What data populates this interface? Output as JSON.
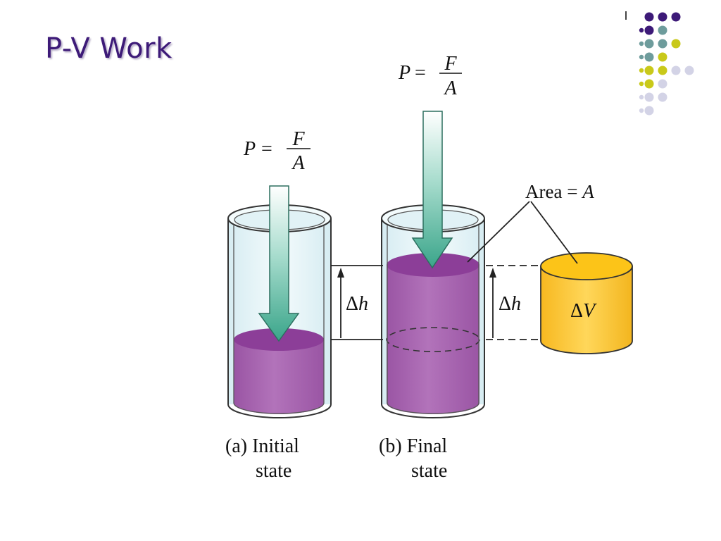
{
  "slide": {
    "title": "P-V Work"
  },
  "colors": {
    "title": "#3d1a78",
    "dot_purple": "#3d1a78",
    "dot_teal": "#6e9c9c",
    "dot_olive": "#c9c91a",
    "dot_lavender": "#d3d3e6",
    "piston": "#a867b0",
    "piston_top": "#8c3e98",
    "cylinder_glass": "#e9f5f8",
    "arrow": "#4fb39a",
    "volume_block": "#fbc93a"
  },
  "decor": {
    "dot_grid": [
      [
        "purple",
        "purple",
        "purple",
        null
      ],
      [
        "purple",
        "teal",
        null,
        null
      ],
      [
        "teal",
        "teal",
        "olive",
        null
      ],
      [
        "teal",
        "olive",
        null,
        null
      ],
      [
        "olive",
        "olive",
        "lavender",
        "lavender"
      ],
      [
        "olive",
        "lavender",
        null,
        null
      ],
      [
        "lavender",
        "lavender",
        null,
        null
      ],
      [
        "lavender",
        null,
        null,
        null
      ]
    ]
  },
  "diagram": {
    "pressure_eq_a": {
      "lhs": "P",
      "eq": "=",
      "num": "F",
      "den": "A"
    },
    "pressure_eq_b": {
      "lhs": "P",
      "eq": "=",
      "num": "F",
      "den": "A"
    },
    "area_label": {
      "text": "Area = ",
      "var": "A"
    },
    "delta_h_1": {
      "delta": "Δ",
      "var": "h"
    },
    "delta_h_2": {
      "delta": "Δ",
      "var": "h"
    },
    "delta_v": {
      "delta": "Δ",
      "var": "V"
    },
    "caption_a": {
      "line1": "(a) Initial",
      "line2": "state"
    },
    "caption_b": {
      "line1": "(b) Final",
      "line2": "state"
    }
  }
}
